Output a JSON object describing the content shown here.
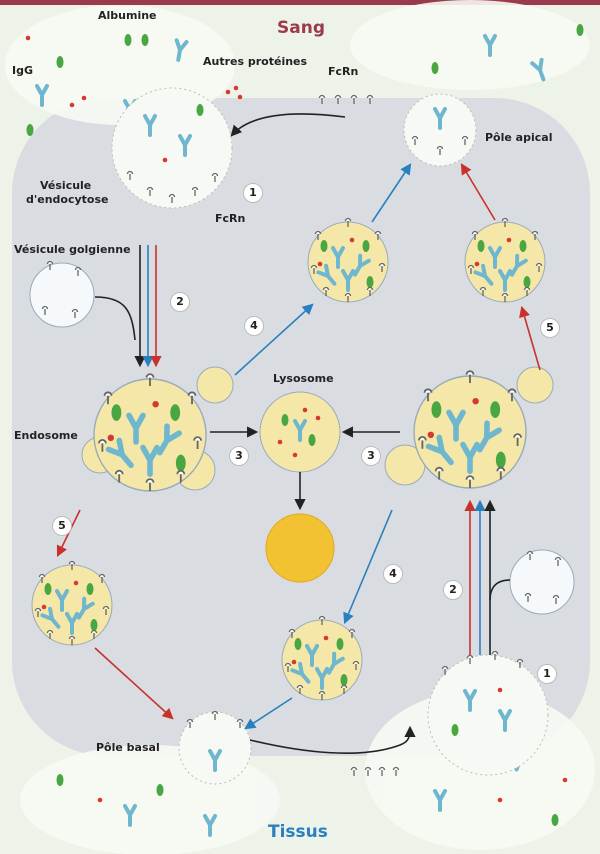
{
  "labels": {
    "sang": "Sang",
    "tissus": "Tissus",
    "albumine": "Albumine",
    "igg": "IgG",
    "autres_proteines": "Autres protéines",
    "fcrn_top": "FcRn",
    "pole_apical": "Pôle apical",
    "vesicule_endocytose_1": "Vésicule",
    "vesicule_endocytose_2": "d'endocytose",
    "fcrn_vesicle": "FcRn",
    "vesicule_golgienne": "Vésicule golgienne",
    "endosome": "Endosome",
    "lysosome": "Lysosome",
    "pole_basal": "Pôle basal"
  },
  "steps": {
    "s1_top": "1",
    "s2_left": "2",
    "s4_upper": "4",
    "s3_left": "3",
    "s3_right": "3",
    "s5_right": "5",
    "s5_left": "5",
    "s4_lower": "4",
    "s2_right": "2",
    "s1_bottom": "1"
  },
  "colors": {
    "top_bar": "#9b3a4a",
    "cell": "#d9dde1",
    "antibody": "#6fb7cf",
    "albumin": "#4aa640",
    "other_protein": "#d63a2e",
    "vesicle_fill": "#f4e7a8",
    "degraded": "#f2c233",
    "arrow_black": "#222222",
    "arrow_blue": "#2a7fbf",
    "arrow_red": "#c8322b"
  }
}
